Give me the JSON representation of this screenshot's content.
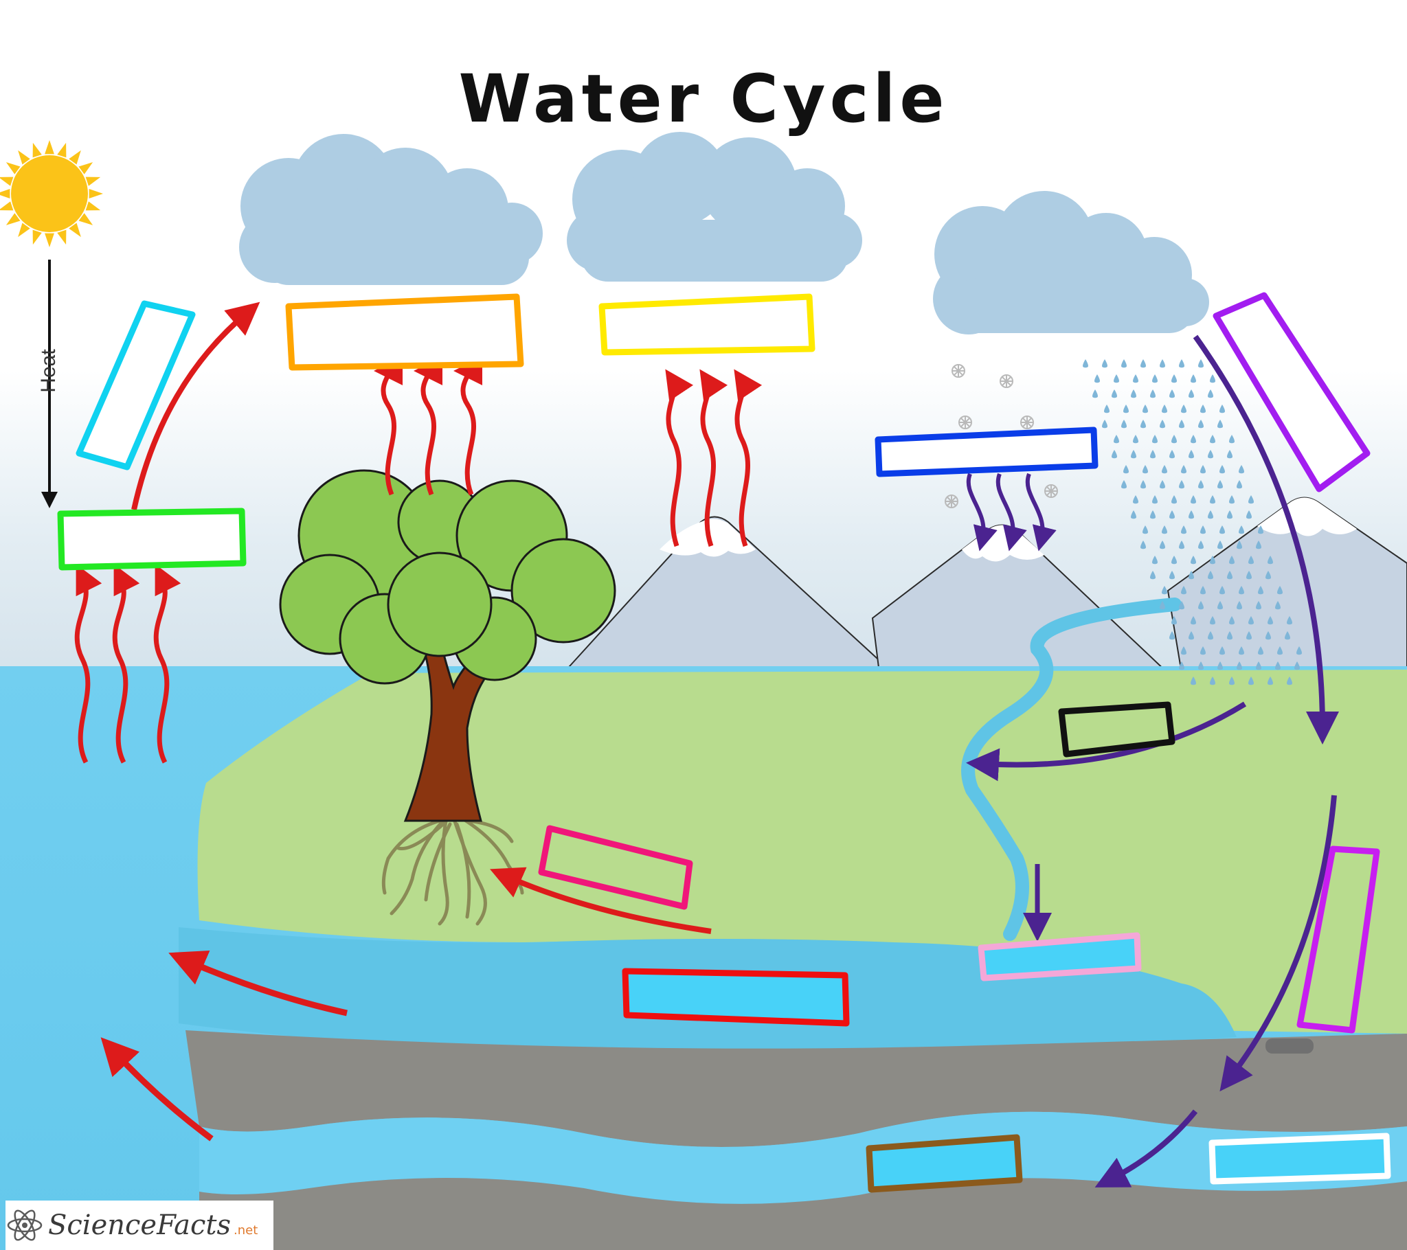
{
  "diagram": {
    "title": "Water Cycle",
    "heat_label": "Heat",
    "logo": {
      "name": "ScienceFacts",
      "suffix": ".net"
    },
    "colors": {
      "sky_top": "#ffffff",
      "sky_mist": "#dfe9ef",
      "mountain": "#c6d3e2",
      "snow": "#ffffff",
      "ocean": "#6fcdef",
      "lake": "#5fc4e6",
      "land": "#b8dc8e",
      "rock": "#8c8b86",
      "groundwater": "#6fd0f2",
      "cloud": "#aecde3",
      "sun": "#fbc318",
      "heat_arrow": "#dd1b1b",
      "precip_arrow": "#4b2390",
      "tree_crown": "#8cc852",
      "tree_trunk": "#8a3510",
      "roots": "#8a8a56"
    },
    "label_boxes": [
      {
        "name": "box-evaporation-ocean",
        "outline": "#23e823",
        "fill": "#ffffff"
      },
      {
        "name": "box-ocean-rising",
        "outline": "#10d2f0",
        "fill": "#ffffff"
      },
      {
        "name": "box-transpiration-condensation",
        "outline": "#ffa500",
        "fill": "#ffffff"
      },
      {
        "name": "box-sublimation-condensation",
        "outline": "#ffea00",
        "fill": "#ffffff"
      },
      {
        "name": "box-snowfall",
        "outline": "#0a3de8",
        "fill": "#ffffff"
      },
      {
        "name": "box-precipitation",
        "outline": "#a21df0",
        "fill": "#ffffff"
      },
      {
        "name": "box-surface-runoff",
        "outline": "#111111",
        "fill": "#b8dc8e"
      },
      {
        "name": "box-plant-uptake",
        "outline": "#f0167a",
        "fill": "#b8dc8e"
      },
      {
        "name": "box-streamflow-lake",
        "outline": "#f4a7d8",
        "fill": "#48d2f8"
      },
      {
        "name": "box-ocean-flow",
        "outline": "#ee0f0f",
        "fill": "#48d2f8"
      },
      {
        "name": "box-infiltration",
        "outline": "#c71ef0",
        "fill": "#b8dc8e"
      },
      {
        "name": "box-groundwater-flow",
        "outline": "#8b5a1c",
        "fill": "#48d2f8"
      },
      {
        "name": "box-groundwater-storage",
        "outline": "#ffffff",
        "fill": "#48d2f8"
      }
    ]
  }
}
